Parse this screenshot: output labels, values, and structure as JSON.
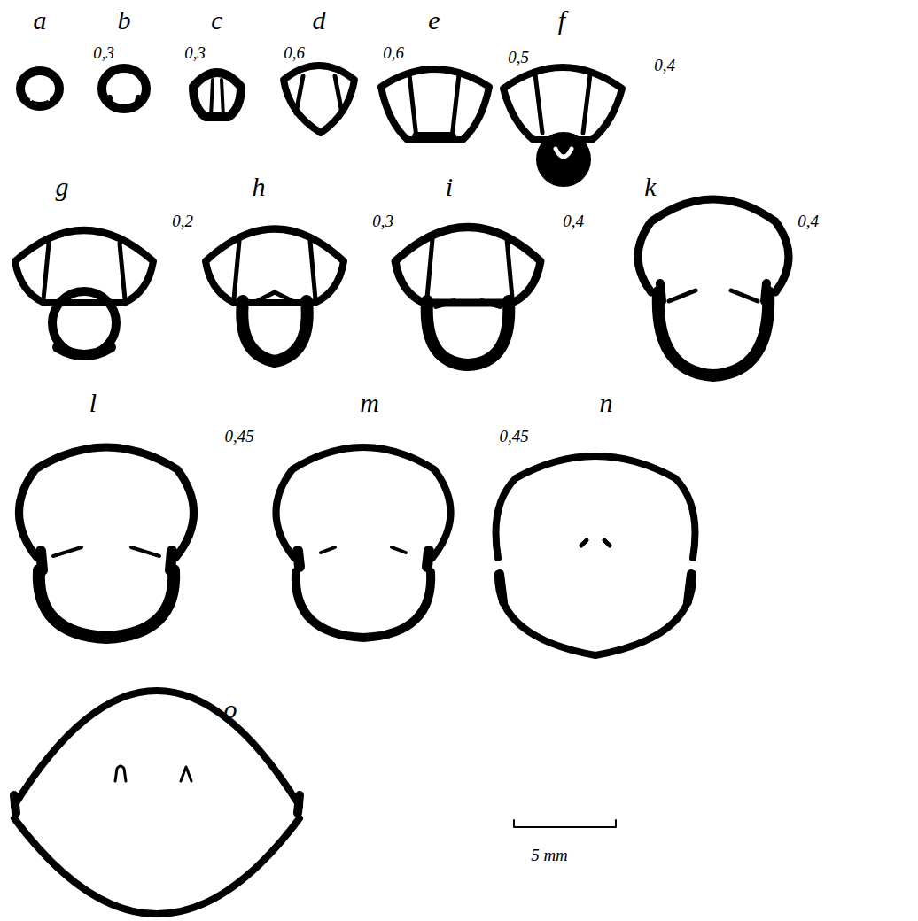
{
  "diagram": {
    "labels": [
      "a",
      "0,3",
      "b",
      "0,3",
      "c",
      "0,6",
      "d",
      "0,6",
      "e",
      "0,5",
      "f",
      "0,4",
      "g",
      "0,2",
      "h",
      "0,3",
      "i",
      "0,4",
      "k",
      "0,4",
      "l",
      "0,45",
      "m",
      "0,45",
      "n",
      "o",
      "5 mm"
    ]
  }
}
